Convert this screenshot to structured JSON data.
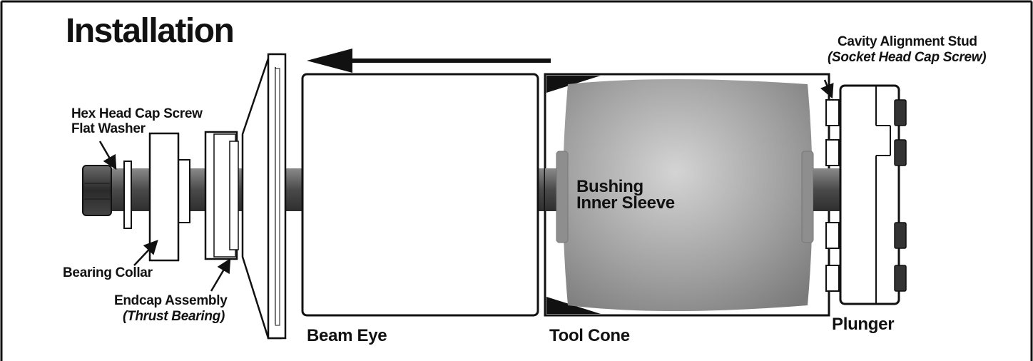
{
  "title": "Installation",
  "labels": {
    "hex_head_cap_screw": "Hex Head Cap Screw",
    "flat_washer": "Flat Washer",
    "bearing_collar": "Bearing Collar",
    "endcap_assembly": "Endcap Assembly",
    "thrust_bearing": "(Thrust Bearing)",
    "beam_eye": "Beam Eye",
    "tool_cone": "Tool Cone",
    "bushing": "Bushing",
    "inner_sleeve": "Inner Sleeve",
    "cavity_alignment_stud": "Cavity Alignment Stud",
    "socket_head_cap_screw": "(Socket Head Cap Screw)",
    "plunger": "Plunger"
  },
  "arrow_direction": "left",
  "colors": {
    "line": "#111111",
    "shaft": "#5a5a5a",
    "bushing": "#9a9a9a",
    "part_fill": "#ffffff"
  }
}
